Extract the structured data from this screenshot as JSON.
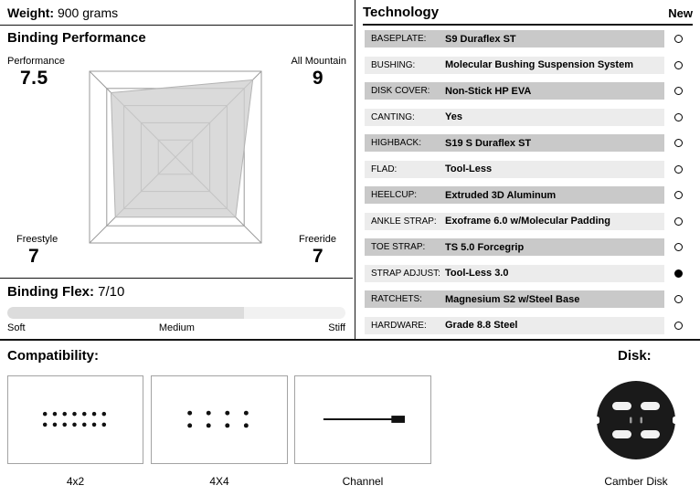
{
  "weight": {
    "label": "Weight:",
    "value": "900 grams"
  },
  "binding_performance": {
    "title": "Binding Performance"
  },
  "chart_data": [
    {
      "type": "radar",
      "title": "Binding Performance",
      "max": 10,
      "gridlines": 5,
      "axes": [
        {
          "label": "Performance",
          "value": 7.5,
          "position": "top-left"
        },
        {
          "label": "All Mountain",
          "value": 9,
          "position": "top-right"
        },
        {
          "label": "Freeride",
          "value": 7,
          "position": "bottom-right"
        },
        {
          "label": "Freestyle",
          "value": 7,
          "position": "bottom-left"
        }
      ]
    },
    {
      "type": "bar",
      "title": "Binding Flex",
      "label": "Binding Flex:",
      "value": 7,
      "max": 10,
      "value_text": "7/10",
      "scale_labels": [
        "Soft",
        "Medium",
        "Stiff"
      ]
    }
  ],
  "technology": {
    "title": "Technology",
    "new_header": "New",
    "rows": [
      {
        "label": "BASEPLATE:",
        "value": "S9 Duraflex ST",
        "new": false
      },
      {
        "label": "BUSHING:",
        "value": "Molecular Bushing Suspension System",
        "new": false
      },
      {
        "label": "DISK COVER:",
        "value": "Non-Stick HP EVA",
        "new": false
      },
      {
        "label": "CANTING:",
        "value": "Yes",
        "new": false
      },
      {
        "label": "HIGHBACK:",
        "value": "S19 S Duraflex ST",
        "new": false
      },
      {
        "label": "FLAD:",
        "value": "Tool-Less",
        "new": false
      },
      {
        "label": "HEELCUP:",
        "value": "Extruded 3D Aluminum",
        "new": false
      },
      {
        "label": "ANKLE STRAP:",
        "value": "Exoframe 6.0 w/Molecular Padding",
        "new": false
      },
      {
        "label": "TOE STRAP:",
        "value": "TS 5.0 Forcegrip",
        "new": false
      },
      {
        "label": "STRAP ADJUST:",
        "value": "Tool-Less 3.0",
        "new": true
      },
      {
        "label": "RATCHETS:",
        "value": "Magnesium S2 w/Steel Base",
        "new": false
      },
      {
        "label": "HARDWARE:",
        "value": "Grade 8.8 Steel",
        "new": false
      }
    ]
  },
  "compatibility": {
    "title": "Compatibility:",
    "items": [
      {
        "label": "4x2",
        "pattern": "4x2"
      },
      {
        "label": "4X4",
        "pattern": "4x4"
      },
      {
        "label": "Channel",
        "pattern": "channel"
      }
    ]
  },
  "disk": {
    "title": "Disk:",
    "label": "Camber Disk"
  },
  "colors": {
    "row_dark": "#c9c9c9",
    "row_light": "#ececec",
    "radar_fill": "#cfcfcf",
    "line": "#141414"
  }
}
